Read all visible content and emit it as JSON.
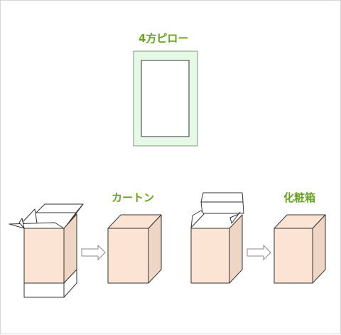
{
  "labels": {
    "top": "4方ピロー",
    "carton": "カートン",
    "cosmetic": "化粧箱"
  },
  "colors": {
    "label": "#6aa222",
    "frame_fill": "#e6f9e6",
    "frame_stroke": "#5e5e5e",
    "box_front": "#fbe4d4",
    "box_side": "#eed5c4",
    "box_stroke": "#333333",
    "arrow_stroke": "#8a8a8a"
  }
}
